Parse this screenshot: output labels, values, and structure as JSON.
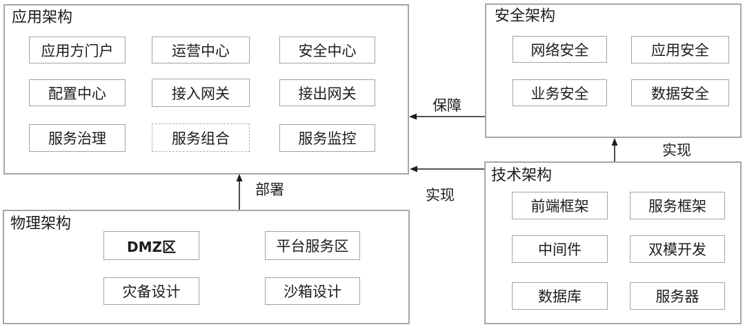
{
  "colors": {
    "background": "#ffffff",
    "panel_border": "#a6a6a6",
    "node_border": "#a2a2a2",
    "dashed_node_border": "#b0b0b0",
    "text": "#1c1c1c",
    "arrow": "#1c1c1c"
  },
  "panels": {
    "app": {
      "title": "应用架构",
      "items": [
        {
          "label": "应用方门户"
        },
        {
          "label": "运营中心"
        },
        {
          "label": "安全中心"
        },
        {
          "label": "配置中心"
        },
        {
          "label": "接入网关"
        },
        {
          "label": "接出网关"
        },
        {
          "label": "服务治理"
        },
        {
          "label": "服务组合",
          "style": "dashed"
        },
        {
          "label": "服务监控"
        }
      ]
    },
    "security": {
      "title": "安全架构",
      "items": [
        {
          "label": "网络安全"
        },
        {
          "label": "应用安全"
        },
        {
          "label": "业务安全"
        },
        {
          "label": "数据安全"
        }
      ]
    },
    "tech": {
      "title": "技术架构",
      "items": [
        {
          "label": "前端框架"
        },
        {
          "label": "服务框架"
        },
        {
          "label": "中间件"
        },
        {
          "label": "双模开发"
        },
        {
          "label": "数据库"
        },
        {
          "label": "服务器"
        }
      ]
    },
    "physical": {
      "title": "物理架构",
      "items": [
        {
          "label": "DMZ区"
        },
        {
          "label": "平台服务区"
        },
        {
          "label": "灾备设计"
        },
        {
          "label": "沙箱设计"
        }
      ]
    }
  },
  "arrows": [
    {
      "label": "保障",
      "from": "安全架构",
      "to": "应用架构",
      "direction": "left"
    },
    {
      "label": "实现",
      "from": "技术架构",
      "to": "应用架构",
      "direction": "left"
    },
    {
      "label": "实现",
      "from": "技术架构",
      "to": "安全架构",
      "direction": "up"
    },
    {
      "label": "部署",
      "from": "物理架构",
      "to": "应用架构",
      "direction": "up"
    }
  ]
}
